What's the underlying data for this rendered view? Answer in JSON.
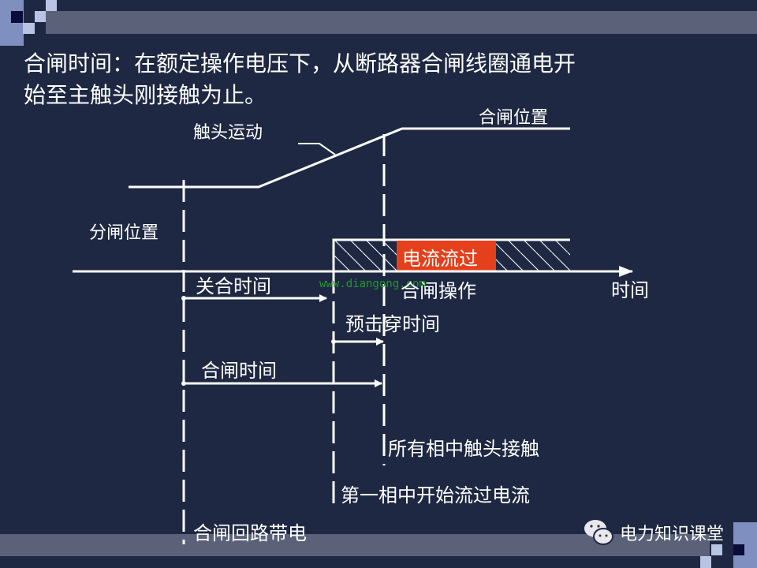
{
  "title": {
    "line1": "合闸时间：在额定操作电压下，从断路器合闸线圈通电开",
    "line2": "始至主触头刚接触为止。"
  },
  "labels": {
    "contact_motion": "触头运动",
    "closed_position": "合闸位置",
    "open_position": "分闸位置",
    "current_flow": "电流流过",
    "time_axis": "时间",
    "closing_operation": "合闸操作",
    "make_time": "关合时间",
    "prestrike_time": "预击穿时间",
    "closing_time": "合闸时间",
    "all_phases_contact": "所有相中触头接触",
    "first_phase_current": "第一相中开始流过电流",
    "circuit_energized": "合闸回路带电"
  },
  "watermark": "www.diangong.com",
  "footer": {
    "brand": "电力知识课堂",
    "icon": "wechat-icon"
  },
  "colors": {
    "background": "#1e2842",
    "highlight": "#e5401c",
    "line": "#ffffff",
    "watermark": "#1f9a2a"
  }
}
